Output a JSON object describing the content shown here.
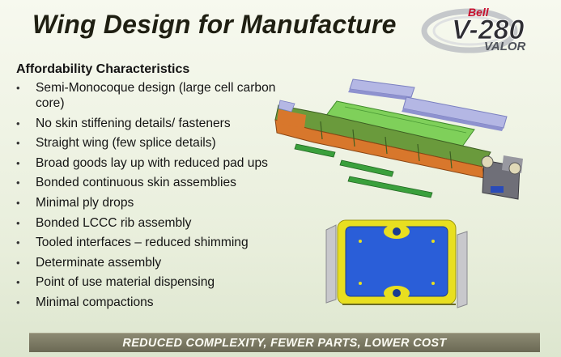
{
  "slide": {
    "title": "Wing Design for Manufacture",
    "subtitle": "Affordability Characteristics",
    "bullets": [
      "Semi-Monocoque design (large cell carbon core)",
      "No skin stiffening details/ fasteners",
      "Straight wing (few splice details)",
      "Broad goods lay up with reduced pad ups",
      "Bonded continuous skin assemblies",
      "Minimal ply drops",
      "Bonded LCCC rib assembly",
      "Tooled interfaces – reduced shimming",
      "Determinate assembly",
      "Point of use material dispensing",
      "Minimal compactions"
    ],
    "banner": "REDUCED COMPLEXITY, FEWER PARTS, LOWER COST"
  },
  "logo": {
    "brand": "Bell",
    "model": "V-280",
    "name": "VALOR"
  },
  "colors": {
    "brand_red": "#c8102e",
    "skin_lavender": "#b4b7e4",
    "skin_green": "#78c850",
    "spar_orange": "#d8772c",
    "rib_blue": "#2a5ed8",
    "rib_yellow": "#e8df20",
    "banner_bg": "#7a7862"
  }
}
